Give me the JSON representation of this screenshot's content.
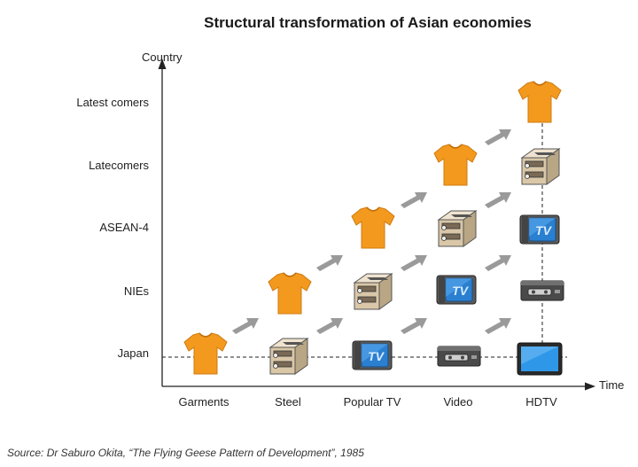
{
  "title": "Structural transformation of Asian economies",
  "y_axis_label": "Country",
  "x_axis_label": "Time",
  "rows": [
    "Latest comers",
    "Latecomers",
    "ASEAN-4",
    "NIEs",
    "Japan"
  ],
  "columns": [
    "Garments",
    "Steel",
    "Popular TV",
    "Video",
    "HDTV"
  ],
  "source": "Source: Dr Saburo Okita, “The Flying Geese Pattern of Development”, 1985",
  "colors": {
    "shirt": "#f39a1e",
    "arrow": "#9a9a9a",
    "tv_screen": "#2a7fd0",
    "axis": "#222222"
  },
  "icon_names": {
    "Garments": "t-shirt-icon",
    "Steel": "steel-beam-icon",
    "Popular TV": "tv-icon",
    "Video": "vcr-icon",
    "HDTV": "flat-tv-icon"
  },
  "tv_icon_text": "TV"
}
